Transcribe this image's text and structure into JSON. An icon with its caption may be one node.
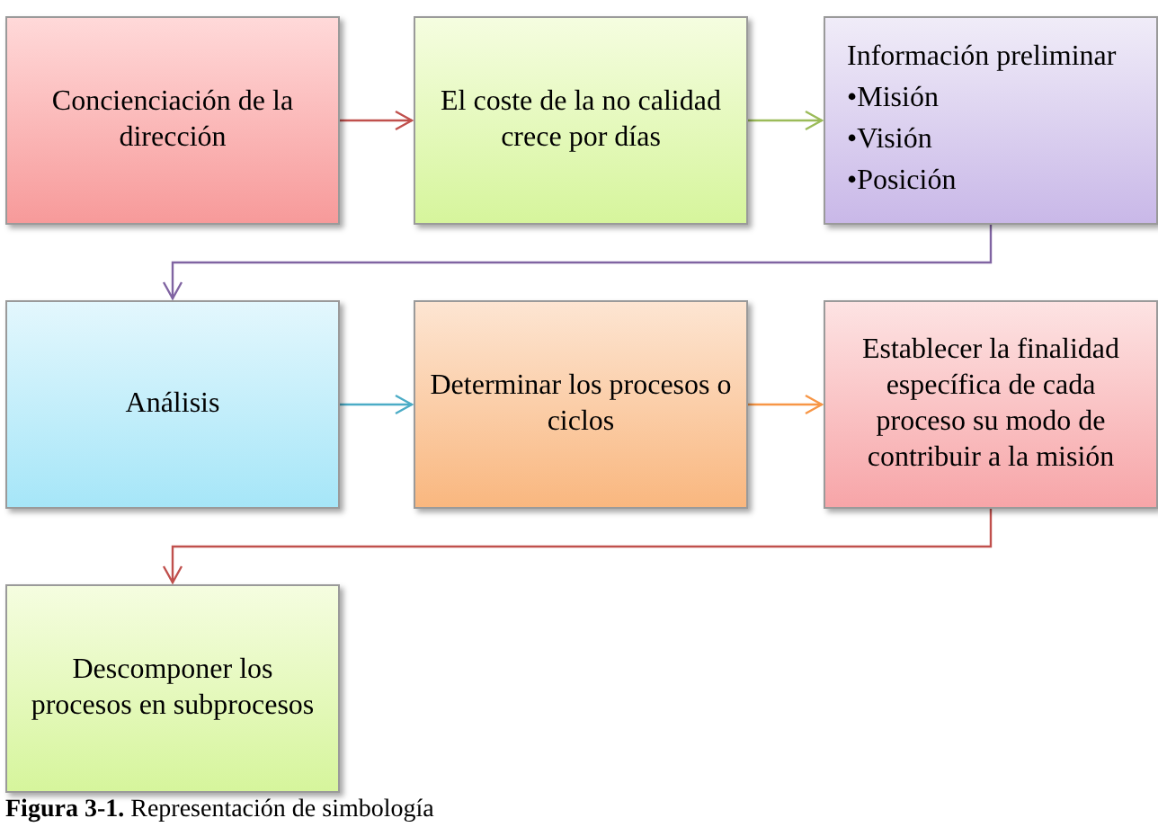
{
  "diagram": {
    "caption": "**Figura 3-1.** Representación de simbología",
    "nodes": [
      {
        "text": [
          "Concienciación de la dirección"
        ]
      },
      {
        "text": [
          "El coste de la no calidad crece por días"
        ]
      },
      {
        "text": [
          "Información preliminar",
          "•Misión",
          "•Visión",
          "•Posición"
        ]
      },
      {
        "text": [
          "Análisis"
        ]
      },
      {
        "text": [
          "Determinar los procesos o ciclos"
        ]
      },
      {
        "text": [
          "Establecer la finalidad específica de cada proceso su modo de contribuir a la misión"
        ]
      },
      {
        "text": [
          "Descomponer los procesos en subprocesos"
        ]
      }
    ],
    "edges": [
      {
        "from": 0,
        "to": 1,
        "arrow": "to",
        "color": "#c0504d"
      },
      {
        "from": 1,
        "to": 2,
        "arrow": "to",
        "color": "#9bbb59"
      },
      {
        "from": 2,
        "to": 3,
        "arrow": "to",
        "color": "#8064a2"
      },
      {
        "from": 3,
        "to": 4,
        "arrow": "to",
        "color": "#4bacc6"
      },
      {
        "from": 4,
        "to": 5,
        "arrow": "to",
        "color": "#f79646"
      },
      {
        "from": 5,
        "to": 6,
        "arrow": "to",
        "color": "#c0504d"
      }
    ]
  }
}
